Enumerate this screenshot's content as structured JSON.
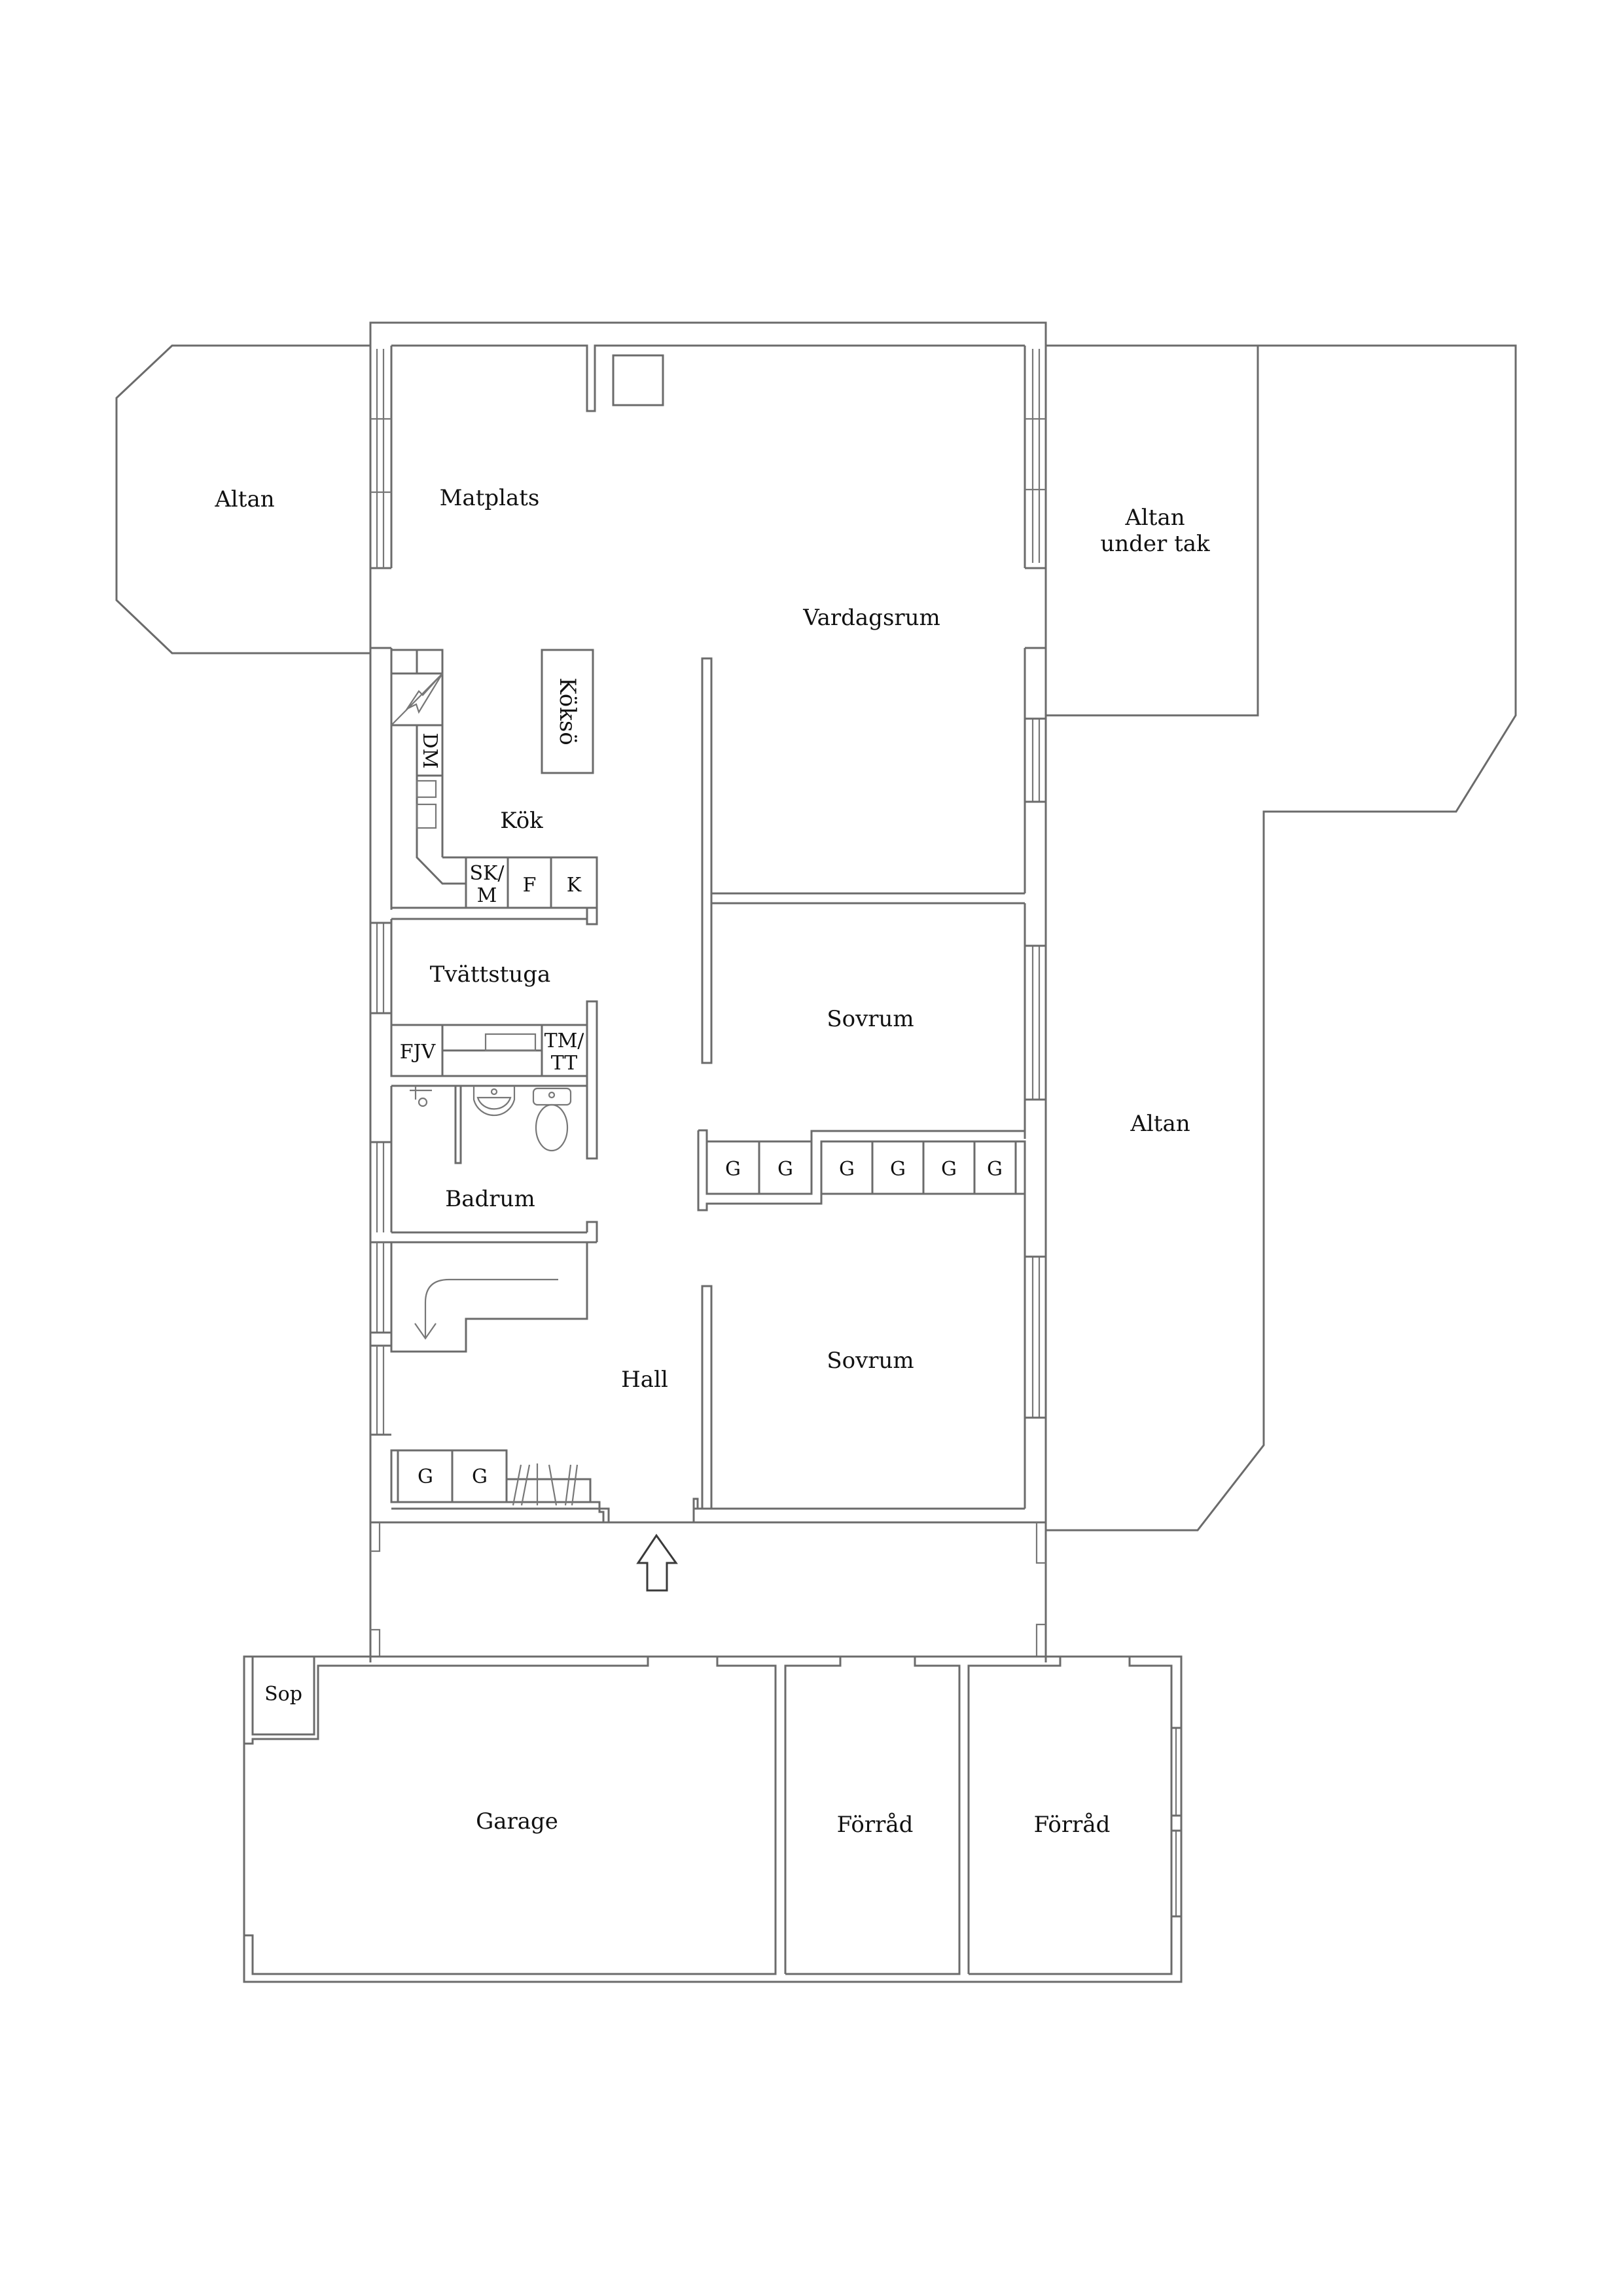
{
  "plan": {
    "rooms": {
      "altan_left": "Altan",
      "matplats": "Matplats",
      "vardagsrum": "Vardagsrum",
      "altan_under_tak_line1": "Altan",
      "altan_under_tak_line2": "under tak",
      "kok": "Kök",
      "koksö": "Köksö",
      "tvattstuga": "Tvättstuga",
      "badrum": "Badrum",
      "hall": "Hall",
      "sovrum_1": "Sovrum",
      "sovrum_2": "Sovrum",
      "altan_right": "Altan",
      "sop": "Sop",
      "garage": "Garage",
      "forrad_1": "Förråd",
      "forrad_2": "Förråd"
    },
    "fixtures": {
      "dm": "DM",
      "sk_m_line1": "SK/",
      "sk_m_line2": "M",
      "f": "F",
      "k": "K",
      "fjv": "FJV",
      "tm_tt_line1": "TM/",
      "tm_tt_line2": "TT"
    },
    "wardrobes": {
      "bedroom_row": [
        "G",
        "G",
        "G",
        "G",
        "G",
        "G"
      ],
      "hall_row": [
        "G",
        "G"
      ]
    },
    "icons": {
      "entrance": "entrance-arrow-up",
      "stairs": "stair-arrow-down",
      "stove": "stove-zigzag"
    }
  }
}
